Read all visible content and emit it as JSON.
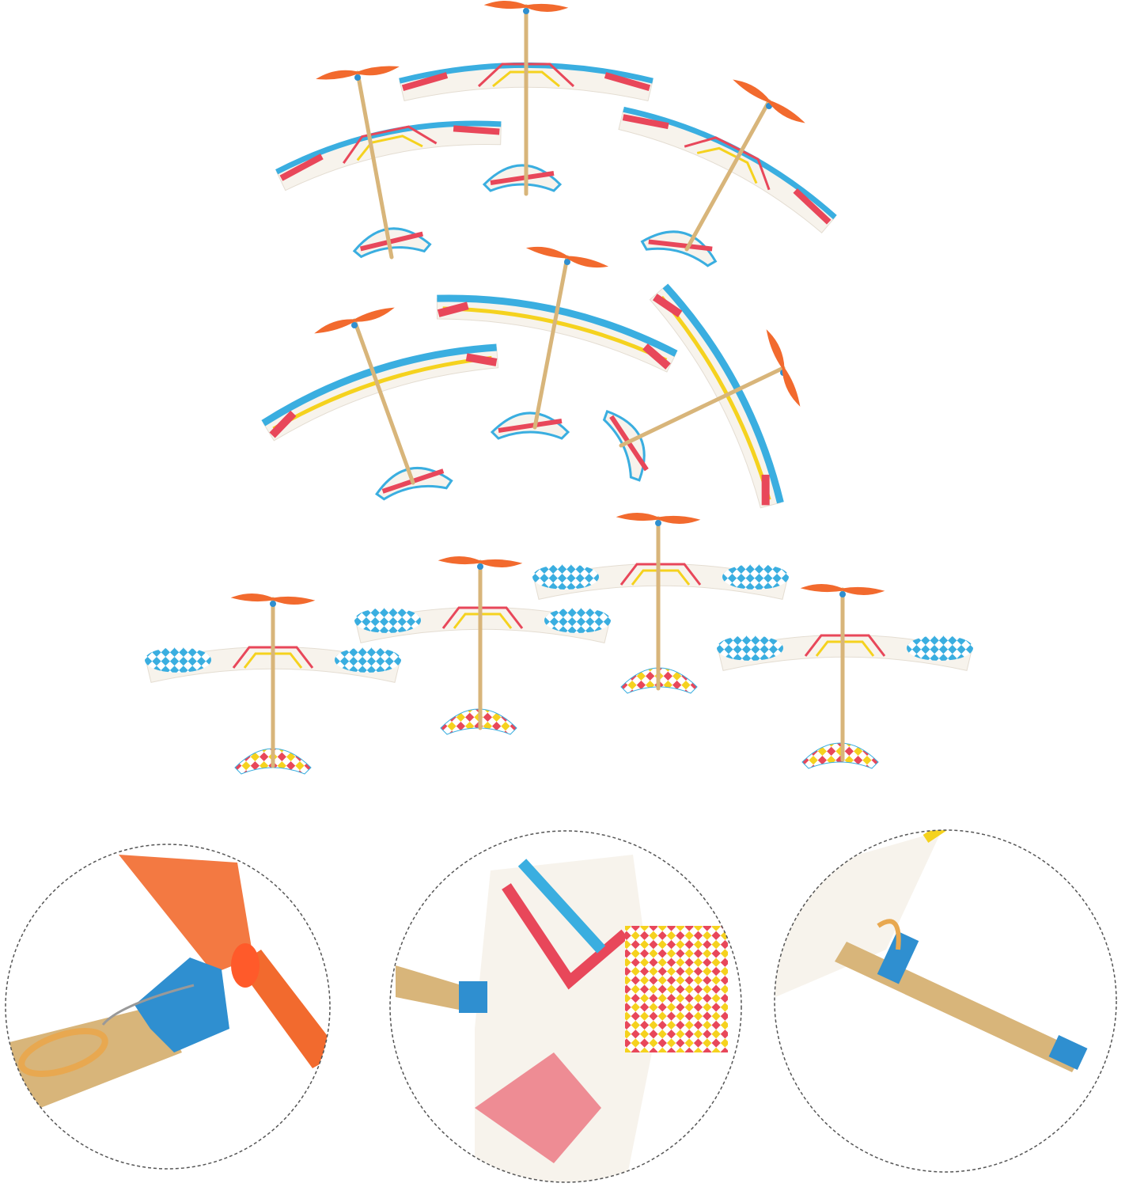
{
  "colors": {
    "background": "#ffffff",
    "propeller": "#f26a2e",
    "stick": "#d8b57a",
    "blue": "#3aaee0",
    "red": "#e8475a",
    "yellow": "#f5d21e",
    "foam": "#f7f3ec",
    "circle_border": "#555555",
    "clip_blue": "#2f8fd0",
    "rubber_band": "#e8a850"
  },
  "sections": {
    "top_group": "star-striped-gliders",
    "middle_group": "stripe-gliders",
    "bottom_group": "checker-gliders",
    "details": [
      "propeller-detail",
      "tail-detail",
      "wing-mount-detail"
    ]
  }
}
